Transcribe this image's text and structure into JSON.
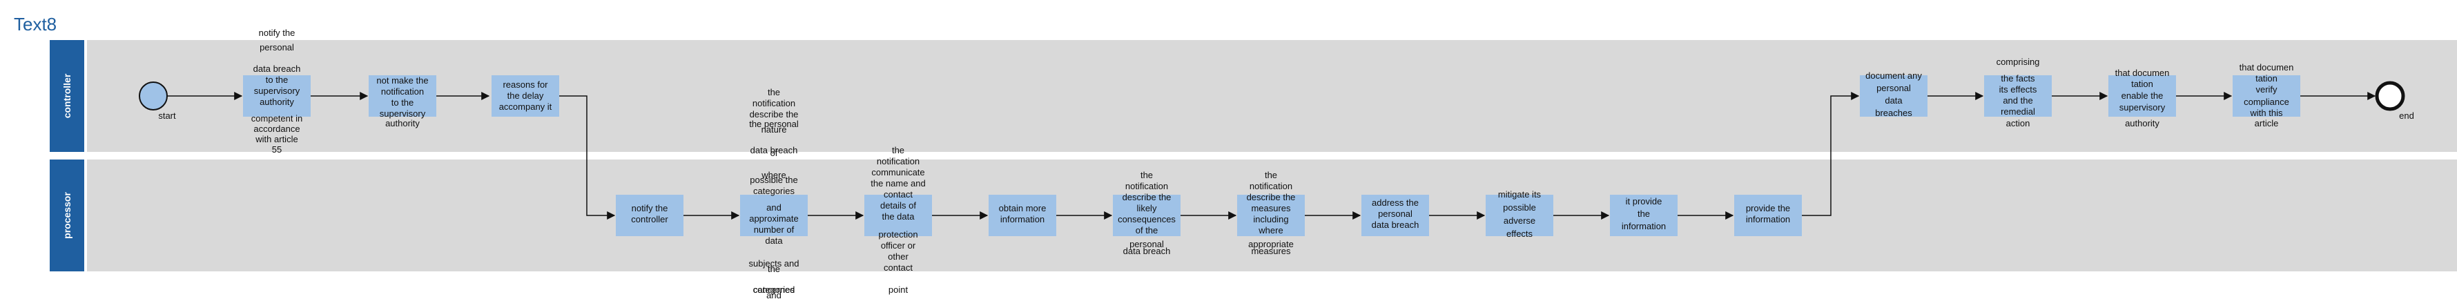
{
  "title": "Text8",
  "lanes": [
    {
      "id": "controller",
      "label": "controller"
    },
    {
      "id": "processor",
      "label": "processor"
    }
  ],
  "events": [
    {
      "id": "start",
      "label": "start"
    },
    {
      "id": "end",
      "label": "end"
    }
  ],
  "tasks": [
    {
      "id": "t1",
      "lines": [
        "data breach",
        "to the",
        "supervisory",
        "authority"
      ]
    },
    {
      "id": "t2",
      "lines": [
        "not make the",
        "notification",
        "to the",
        "supervisory"
      ]
    },
    {
      "id": "t3",
      "lines": [
        "reasons for",
        "the delay",
        "accompany it"
      ]
    },
    {
      "id": "t4",
      "lines": [
        "notify the",
        "controller"
      ]
    },
    {
      "id": "t5",
      "lines": [
        "possible the",
        "categories",
        "and",
        "approximate",
        "number of",
        "data"
      ]
    },
    {
      "id": "t6",
      "lines": [
        "the",
        "notification",
        "communicate",
        "the name and",
        "contact",
        "details of",
        "the data",
        "protection",
        "officer or",
        "other",
        "contact"
      ]
    },
    {
      "id": "t7",
      "lines": [
        "obtain more",
        "information"
      ]
    },
    {
      "id": "t8",
      "lines": [
        "the",
        "notification",
        "describe the",
        "likely",
        "consequences",
        "of the"
      ]
    },
    {
      "id": "t9",
      "lines": [
        "the",
        "notification",
        "describe the",
        "measures",
        "including",
        "where"
      ]
    },
    {
      "id": "t10",
      "lines": [
        "address the",
        "personal",
        "data breach"
      ]
    },
    {
      "id": "t11",
      "lines": [
        "mitigate its",
        "possible",
        "adverse",
        "effects"
      ]
    },
    {
      "id": "t12",
      "lines": [
        "it provide",
        "the",
        "information"
      ]
    },
    {
      "id": "t13",
      "lines": [
        "provide the",
        "information"
      ]
    },
    {
      "id": "t14",
      "lines": [
        "document any",
        "personal",
        "data",
        "breaches"
      ]
    },
    {
      "id": "t15",
      "lines": [
        "the facts",
        "its effects",
        "and the",
        "remedial"
      ]
    },
    {
      "id": "t16",
      "lines": [
        "that documen",
        "tation",
        "enable the",
        "supervisory"
      ]
    },
    {
      "id": "t17",
      "lines": [
        "that documen",
        "tation",
        "verify",
        "compliance",
        "with this"
      ]
    }
  ],
  "annotations": {
    "t1_above": [
      "notify the",
      "personal"
    ],
    "t1_below": [
      "competent in",
      "accordance",
      "with article",
      "55"
    ],
    "t2_below": [
      "authority"
    ],
    "t5_above": [
      "the",
      "notification",
      "describe the",
      "the personal",
      "nature",
      "data breach",
      "of",
      "where"
    ],
    "t5_below": [
      "subjects and",
      "the",
      "concerned",
      "categories",
      "and"
    ],
    "t6_below": [
      "point"
    ],
    "t8_below": [
      "personal",
      "data breach"
    ],
    "t9_below": [
      "appropriate",
      "measures"
    ],
    "t15_above": [
      "comprising"
    ],
    "t15_below": [
      "action"
    ],
    "t16_below": [
      "authority"
    ],
    "t17_below": [
      "article"
    ]
  }
}
